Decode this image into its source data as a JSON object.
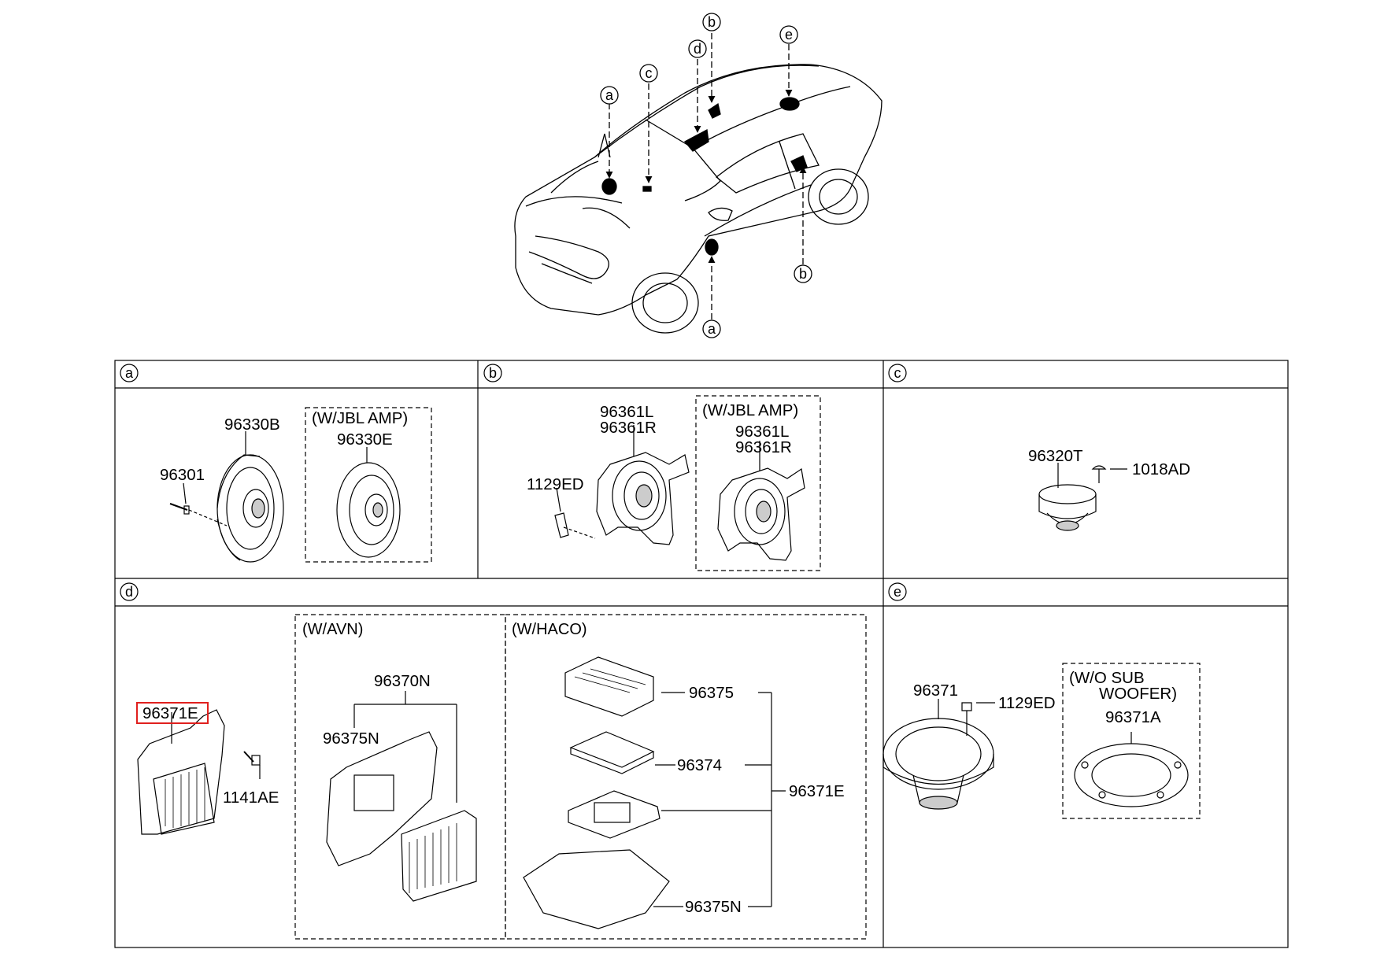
{
  "car_callouts": {
    "a_top": "a",
    "c_top": "c",
    "d_top": "d",
    "b_top": "b",
    "e_top": "e",
    "b_bottom": "b",
    "a_bottom": "a"
  },
  "sections": {
    "a": {
      "letter": "a",
      "parts": {
        "speaker": "96330B",
        "screw": "96301"
      },
      "option": {
        "caption": "(W/JBL AMP)",
        "part": "96330E"
      }
    },
    "b": {
      "letter": "b",
      "parts": {
        "speaker_l": "96361L",
        "speaker_r": "96361R",
        "bolt": "1129ED"
      },
      "option": {
        "caption": "(W/JBL AMP)",
        "part_l": "96361L",
        "part_r": "96361R"
      }
    },
    "c": {
      "letter": "c",
      "parts": {
        "tweeter": "96320T",
        "screw": "1018AD"
      }
    },
    "d": {
      "letter": "d",
      "parts": {
        "amp": "96371E",
        "bolt": "1141AE"
      },
      "avn": {
        "caption": "(W/AVN)",
        "assembly": "96370N",
        "bracket": "96375N"
      },
      "haco": {
        "caption": "(W/HACO)",
        "amp_top": "96375",
        "board": "96374",
        "assembly": "96371E",
        "bracket": "96375N"
      }
    },
    "e": {
      "letter": "e",
      "parts": {
        "woofer": "96371",
        "bolt": "1129ED"
      },
      "option": {
        "caption_line1": "(W/O SUB",
        "caption_line2": "WOOFER)",
        "part": "96371A"
      }
    }
  },
  "highlight_color": "#e0201e"
}
